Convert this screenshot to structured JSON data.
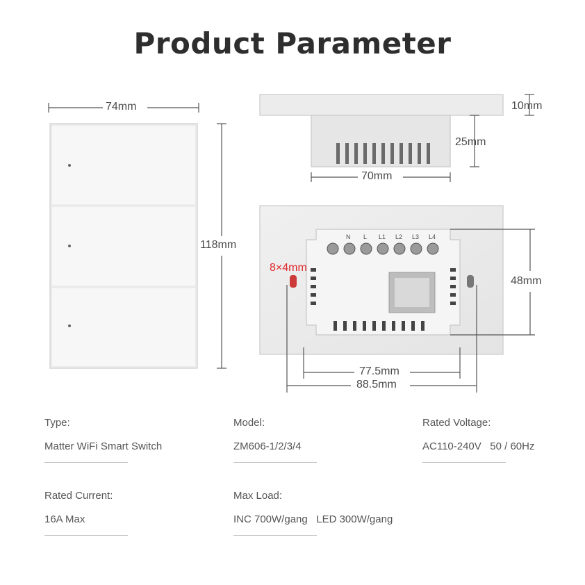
{
  "title": "Product Parameter",
  "dimensions": {
    "front_width": "74mm",
    "front_height": "118mm",
    "side_depth_plate": "10mm",
    "side_depth_body": "25mm",
    "side_width": "70mm",
    "hole_size": "8×4mm",
    "back_height": "48mm",
    "hole_spacing_inner": "77.5mm",
    "hole_spacing_outer": "88.5mm"
  },
  "terminal_labels": [
    "N",
    "L",
    "L1",
    "L2",
    "L3",
    "L4"
  ],
  "specs": [
    {
      "label": "Type:",
      "value": "Matter WiFi Smart Switch"
    },
    {
      "label": "Model:",
      "value": "ZM606-1/2/3/4"
    },
    {
      "label": "Rated Voltage:",
      "value": "AC110-240V   50 / 60Hz"
    },
    {
      "label": "Rated Current:",
      "value": "16A Max"
    },
    {
      "label": "Max Load:",
      "value": "INC 700W/gang   LED 300W/gang"
    }
  ],
  "colors": {
    "accent_red": "#e0262b",
    "panel": "#f2f2f2",
    "line": "#555555"
  }
}
